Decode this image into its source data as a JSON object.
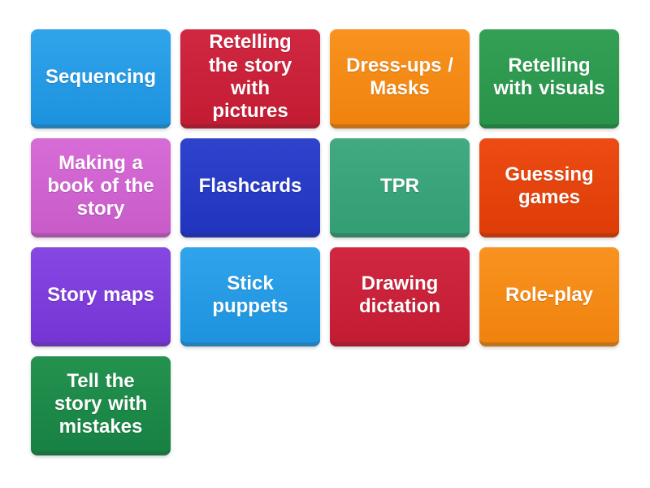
{
  "page": {
    "background": "#ffffff",
    "tile_text_color": "#ffffff"
  },
  "tiles": [
    {
      "label": "Sequencing",
      "color_top": "#30a4eb",
      "color_bottom": "#1d92de"
    },
    {
      "label": "Retelling the story with pictures",
      "color_top": "#d12741",
      "color_bottom": "#c21c33"
    },
    {
      "label": "Dress-ups / Masks",
      "color_top": "#f9921f",
      "color_bottom": "#f0830e"
    },
    {
      "label": "Retelling with visuals",
      "color_top": "#33a055",
      "color_bottom": "#289349"
    },
    {
      "label": "Making a book of the story",
      "color_top": "#d76cd7",
      "color_bottom": "#c85bc8"
    },
    {
      "label": "Flashcards",
      "color_top": "#2e43cd",
      "color_bottom": "#2134bd"
    },
    {
      "label": "TPR",
      "color_top": "#41aa80",
      "color_bottom": "#339d73"
    },
    {
      "label": "Guessing games",
      "color_top": "#ec4b13",
      "color_bottom": "#df3d07"
    },
    {
      "label": "Story maps",
      "color_top": "#8647e3",
      "color_bottom": "#7535d4"
    },
    {
      "label": "Stick puppets",
      "color_top": "#30a4eb",
      "color_bottom": "#1d92de"
    },
    {
      "label": "Drawing dictation",
      "color_top": "#d12741",
      "color_bottom": "#c21c33"
    },
    {
      "label": "Role-play",
      "color_top": "#f9921f",
      "color_bottom": "#f0830e"
    },
    {
      "label": "Tell the story with mistakes",
      "color_top": "#24924f",
      "color_bottom": "#178143"
    }
  ]
}
